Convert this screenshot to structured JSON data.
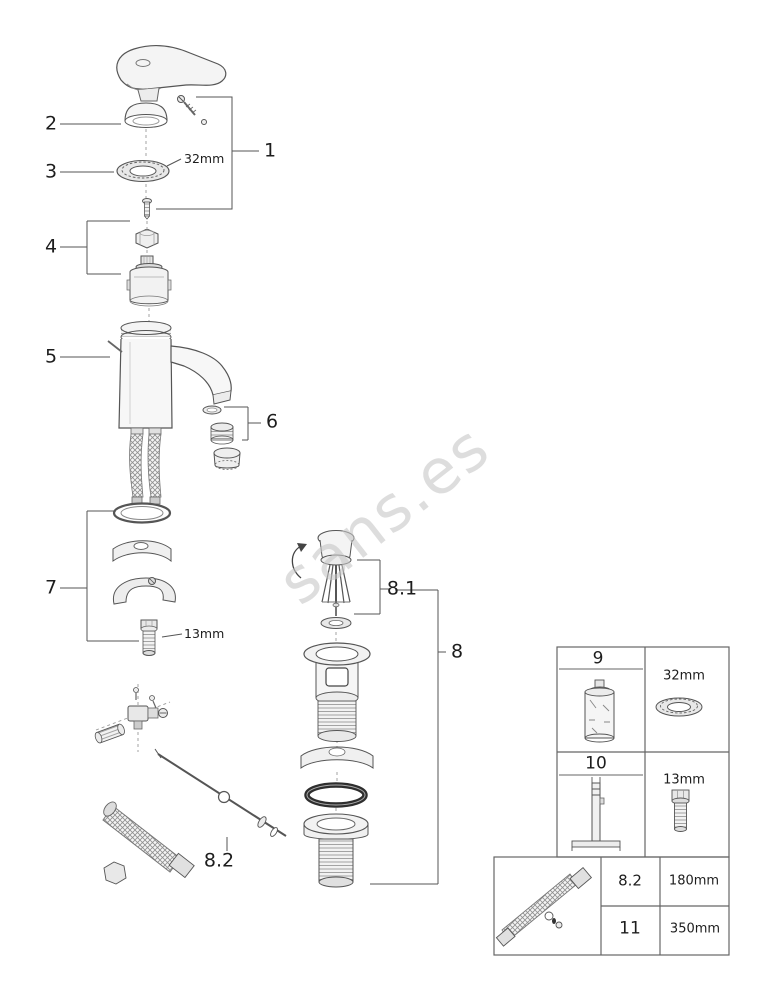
{
  "watermark": "sans.es",
  "callouts": {
    "c1": "1",
    "c2": "2",
    "c3": "3",
    "c4": "4",
    "c5": "5",
    "c6": "6",
    "c7": "7",
    "c8": "8",
    "c81": "8.1",
    "c82": "8.2"
  },
  "dimensions": {
    "ring": "32mm",
    "stud": "13mm"
  },
  "parts_table": {
    "cell9": {
      "label": "9"
    },
    "cell32": {
      "label": "32mm"
    },
    "cell10": {
      "label": "10"
    },
    "cell13": {
      "label": "13mm"
    },
    "row82": {
      "label": "8.2",
      "value": "180mm"
    },
    "row11": {
      "label": "11",
      "value": "350mm"
    }
  }
}
